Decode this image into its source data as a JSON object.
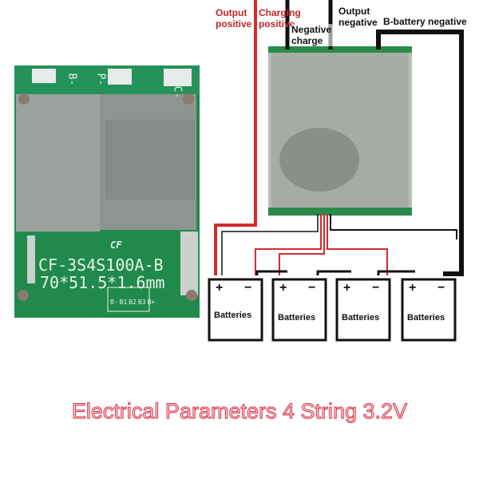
{
  "board": {
    "model": "CF-3S4S100A-B",
    "dimensions": "70*51.5*1.6mm",
    "logo": "CF",
    "pad_labels": [
      "B-",
      "P-",
      "C-"
    ],
    "pin_labels": [
      "B-",
      "B1",
      "B2",
      "B3",
      "B+"
    ]
  },
  "wiring": {
    "labels": {
      "output_positive": "Output positive",
      "charging_positive": "Charging positive",
      "negative_charge": "Negative charge",
      "output_negative": "Output negative",
      "b_battery_negative": "B-battery negative"
    },
    "batteries": [
      {
        "label": "Batteries",
        "plus": "+",
        "minus": "−"
      },
      {
        "label": "Batteries",
        "plus": "+",
        "minus": "−"
      },
      {
        "label": "Batteries",
        "plus": "+",
        "minus": "−"
      },
      {
        "label": "Batteries",
        "plus": "+",
        "minus": "−"
      }
    ]
  },
  "caption": "Electrical Parameters 4 String 3.2V",
  "colors": {
    "pcb": "#1f8a4c",
    "positive_wire": "#d22b2b",
    "negative_wire": "#111111",
    "caption": "#d8324a"
  }
}
